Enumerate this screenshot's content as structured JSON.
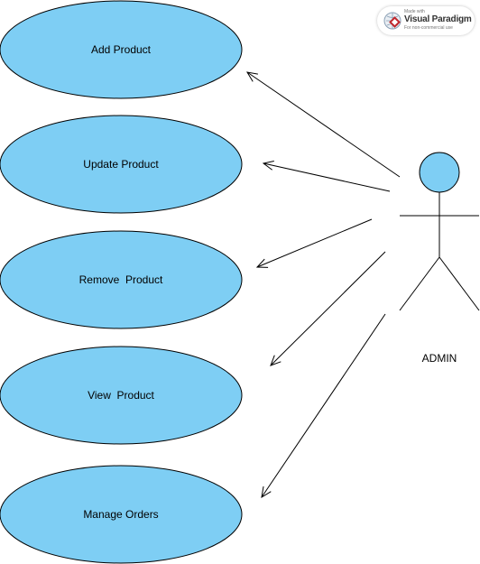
{
  "use_cases": [
    {
      "label": "Add Product"
    },
    {
      "label": "Update Product"
    },
    {
      "label": "Remove  Product"
    },
    {
      "label": "View  Product"
    },
    {
      "label": "Manage Orders"
    }
  ],
  "actor": {
    "label": "ADMIN"
  },
  "watermark": {
    "small_text": "Made with",
    "brand": "Visual Paradigm",
    "note": "For non-commercial use"
  },
  "colors": {
    "use_case_fill": "#7ecef4",
    "outline": "#000000"
  }
}
